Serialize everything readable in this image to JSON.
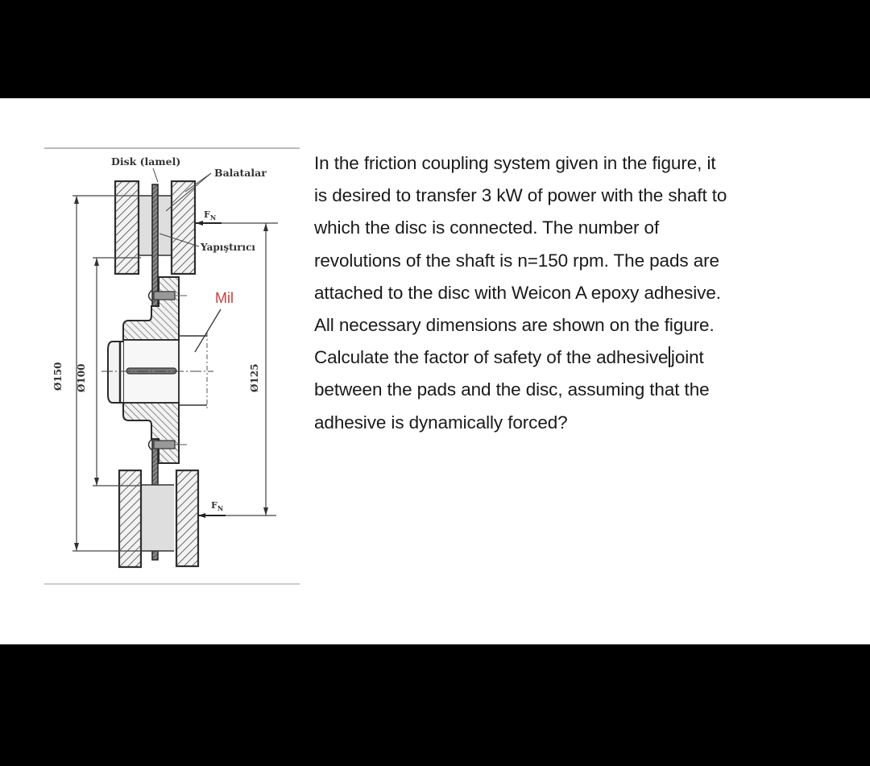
{
  "figure": {
    "labels": {
      "disk": "Disk (lamel)",
      "pads": "Balatalar",
      "force_top": "F",
      "force_top_sub": "N",
      "adhesive": "Yapıştırıcı",
      "shaft": "Mil",
      "force_bottom": "F",
      "force_bottom_sub": "N"
    },
    "dimensions": {
      "outer_diameter": "Ø150",
      "inner_diameter": "Ø100",
      "force_diameter": "Ø125"
    },
    "colors": {
      "line": "#3a3a3a",
      "pad_fill": "#eeeeee",
      "adhesive_fill": "#dcdcdc",
      "shaft_label": "#d23a3a"
    }
  },
  "question": {
    "lines": [
      "In the friction coupling system given in the figure, it",
      "is desired to transfer 3 kW of power with the shaft to",
      "which the disc is connected. The number of",
      "revolutions of the shaft is n=150 rpm. The pads are",
      "attached to the disc with Weicon A epoxy adhesive.",
      "All necessary dimensions are shown on the figure.",
      "Calculate the factor of safety of the adhesive",
      "joint",
      "between the pads and the disc, assuming that the",
      "adhesive is dynamically forced?"
    ],
    "values": {
      "power": "3 kW",
      "speed": "n=150 rpm",
      "adhesive": "Weicon A epoxy adhesive"
    }
  }
}
